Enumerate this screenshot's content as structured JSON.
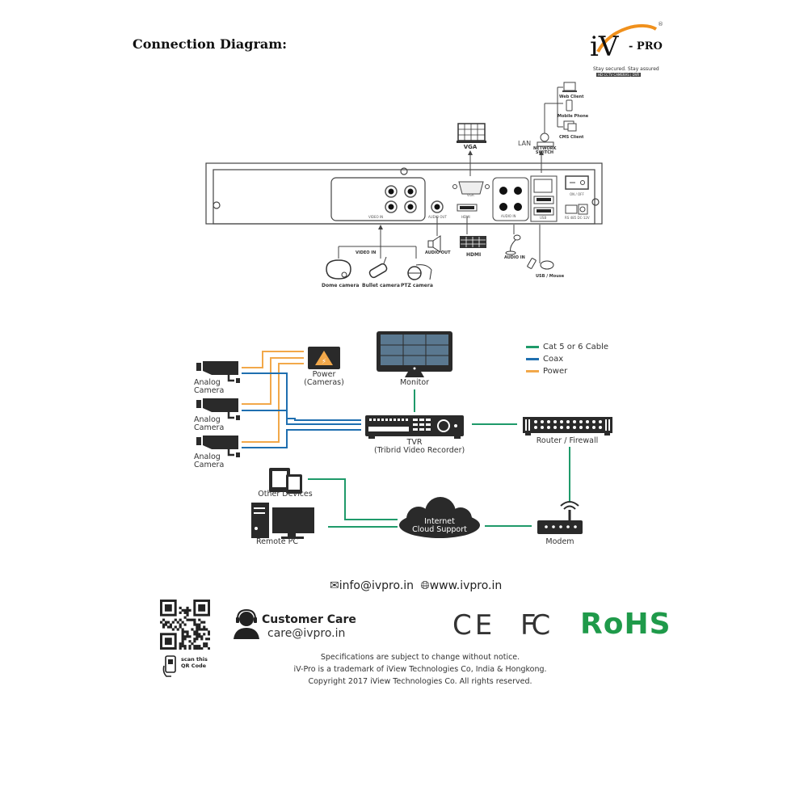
{
  "page": {
    "title": "Connection Diagram:"
  },
  "logo": {
    "brand_iv": "iV",
    "brand_pro": "- PRO",
    "registered": "®",
    "tagline": "Stay secured. Stay assured",
    "subline": "HD CCTV CAMERAS | DVR",
    "accent_color": "#f0901c"
  },
  "rear_panel": {
    "ports": {
      "video_in": "VIDEO IN",
      "audio_out": "AUDIO OUT",
      "hdmi": "HDMI",
      "vga": "VGA",
      "audio_in": "AUDIO IN",
      "usb": "USB",
      "on_off": "ON / OFF",
      "power": "RS 485 DC-12V"
    },
    "peripherals": {
      "vga": "VGA",
      "lan": "LAN",
      "network_switch": "NETWORK SWITCH",
      "web_client": "Web Client",
      "mobile_phone": "Mobile Phone",
      "cms_client": "CMS Client",
      "video_in": "VIDEO IN",
      "dome_camera": "Dome camera",
      "bullet_camera": "Bullet camera",
      "ptz_camera": "PTZ camera",
      "audio_out": "AUDIO OUT",
      "hdmi": "HDMI",
      "audio_in": "AUDIO IN",
      "usb_mouse": "USB / Mouse"
    }
  },
  "network": {
    "cameras": [
      {
        "label": "Analog\nCamera"
      },
      {
        "label": "Analog\nCamera"
      },
      {
        "label": "Analog\nCamera"
      }
    ],
    "camera_label_line1": "Analog",
    "camera_label_line2": "Camera",
    "power_label_1": "Power",
    "power_label_2": "(Cameras)",
    "monitor": "Monitor",
    "tvr": "TVR",
    "tvr_full": "(Tribrid Video Recorder)",
    "router": "Router / Firewall",
    "other_devices": "Other Devices",
    "remote_pc": "Remote PC",
    "cloud_1": "Internet",
    "cloud_2": "Cloud Support",
    "modem": "Modem",
    "legend": [
      {
        "label": "Cat 5 or 6 Cable",
        "color": "#1f9a6a"
      },
      {
        "label": "Coax",
        "color": "#1f6fb0"
      },
      {
        "label": "Power",
        "color": "#f2a84a"
      }
    ],
    "colors": {
      "cat": "#1f9a6a",
      "coax": "#1f6fb0",
      "power": "#f2a84a"
    }
  },
  "footer": {
    "email": "info@ivpro.in",
    "website": "www.ivpro.in",
    "customer_care_title": "Customer Care",
    "customer_care_email": "care@ivpro.in",
    "scan_1": "scan this",
    "scan_2": "QR Code",
    "certifications": [
      "CE",
      "FC",
      "RoHS"
    ],
    "disclaimer_1": "Specifications are subject to change without notice.",
    "disclaimer_2": "iV-Pro is a trademark of iView Technologies Co, India & Hongkong.",
    "disclaimer_3": "Copyright 2017 iView Technologies Co. All rights reserved."
  }
}
